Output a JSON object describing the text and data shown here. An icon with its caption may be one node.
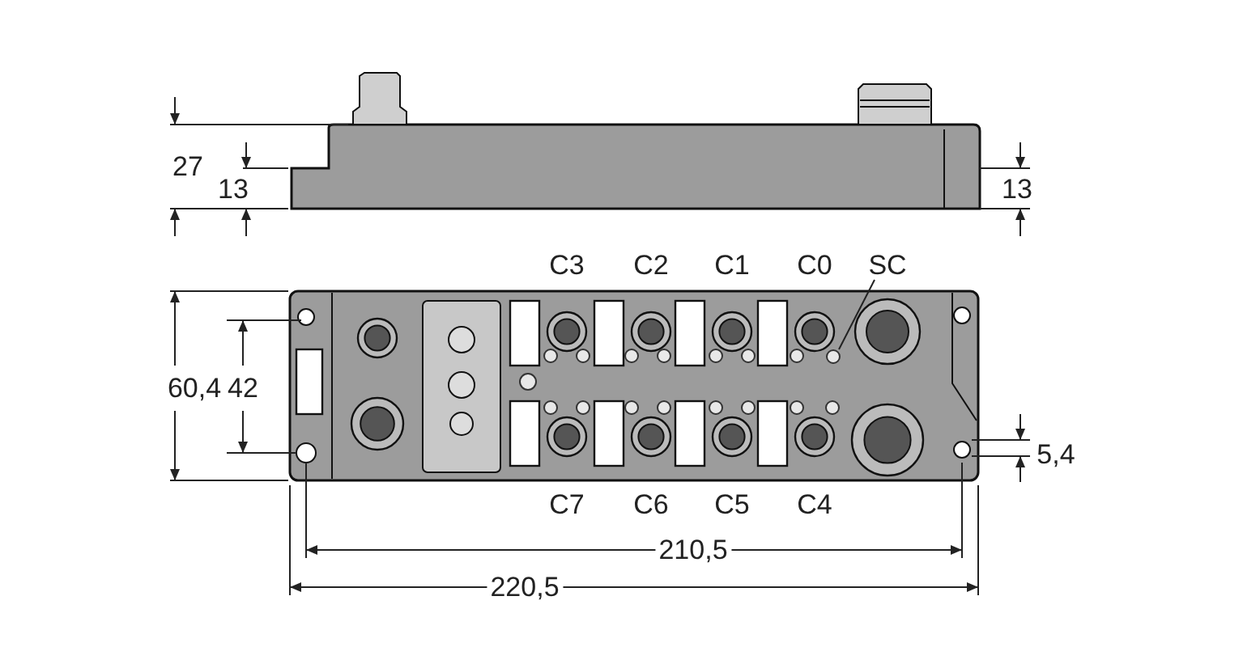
{
  "diagram": {
    "nodes": [
      {
        "text": [
          "SC"
        ]
      },
      {
        "text": [],
        "shape": "circle"
      }
    ],
    "edges": [
      {
        "from": 0,
        "to": 1,
        "arrow": "none"
      }
    ],
    "labels": [
      "27",
      "13",
      "13",
      "C3",
      "C2",
      "C1",
      "C0",
      "60,4",
      "42",
      "5,4",
      "C7",
      "C6",
      "C5",
      "C4",
      "210,5",
      "220,5"
    ]
  }
}
